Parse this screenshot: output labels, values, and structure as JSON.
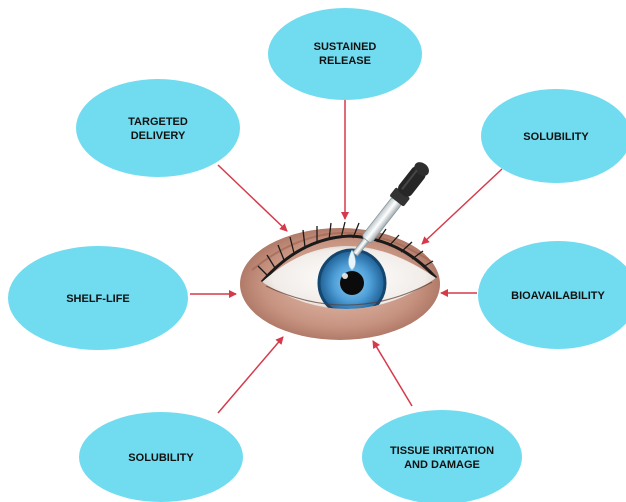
{
  "colors": {
    "bubble": "#71dbf0",
    "arrow": "#d63a4a",
    "iris_outer": "#1d5f94",
    "iris_inner": "#4f9fd8",
    "skin": "#c79381",
    "dropper_bulb": "#262626"
  },
  "center": {
    "icon": "eye-with-dropper-icon"
  },
  "bubbles": [
    {
      "id": "sustained-release",
      "lines": [
        "SUSTAINED",
        "RELEASE"
      ]
    },
    {
      "id": "targeted-delivery",
      "lines": [
        "TARGETED",
        "DELIVERY"
      ]
    },
    {
      "id": "solubility-top",
      "lines": [
        "SOLUBILITY"
      ]
    },
    {
      "id": "shelf-life",
      "lines": [
        "SHELF-LIFE"
      ]
    },
    {
      "id": "bioavailability",
      "lines": [
        "BIOAVAILABILITY"
      ]
    },
    {
      "id": "solubility-bottom",
      "lines": [
        "SOLUBILITY"
      ]
    },
    {
      "id": "tissue-irritation",
      "lines": [
        "TISSUE IRRITATION",
        "AND DAMAGE"
      ]
    }
  ]
}
